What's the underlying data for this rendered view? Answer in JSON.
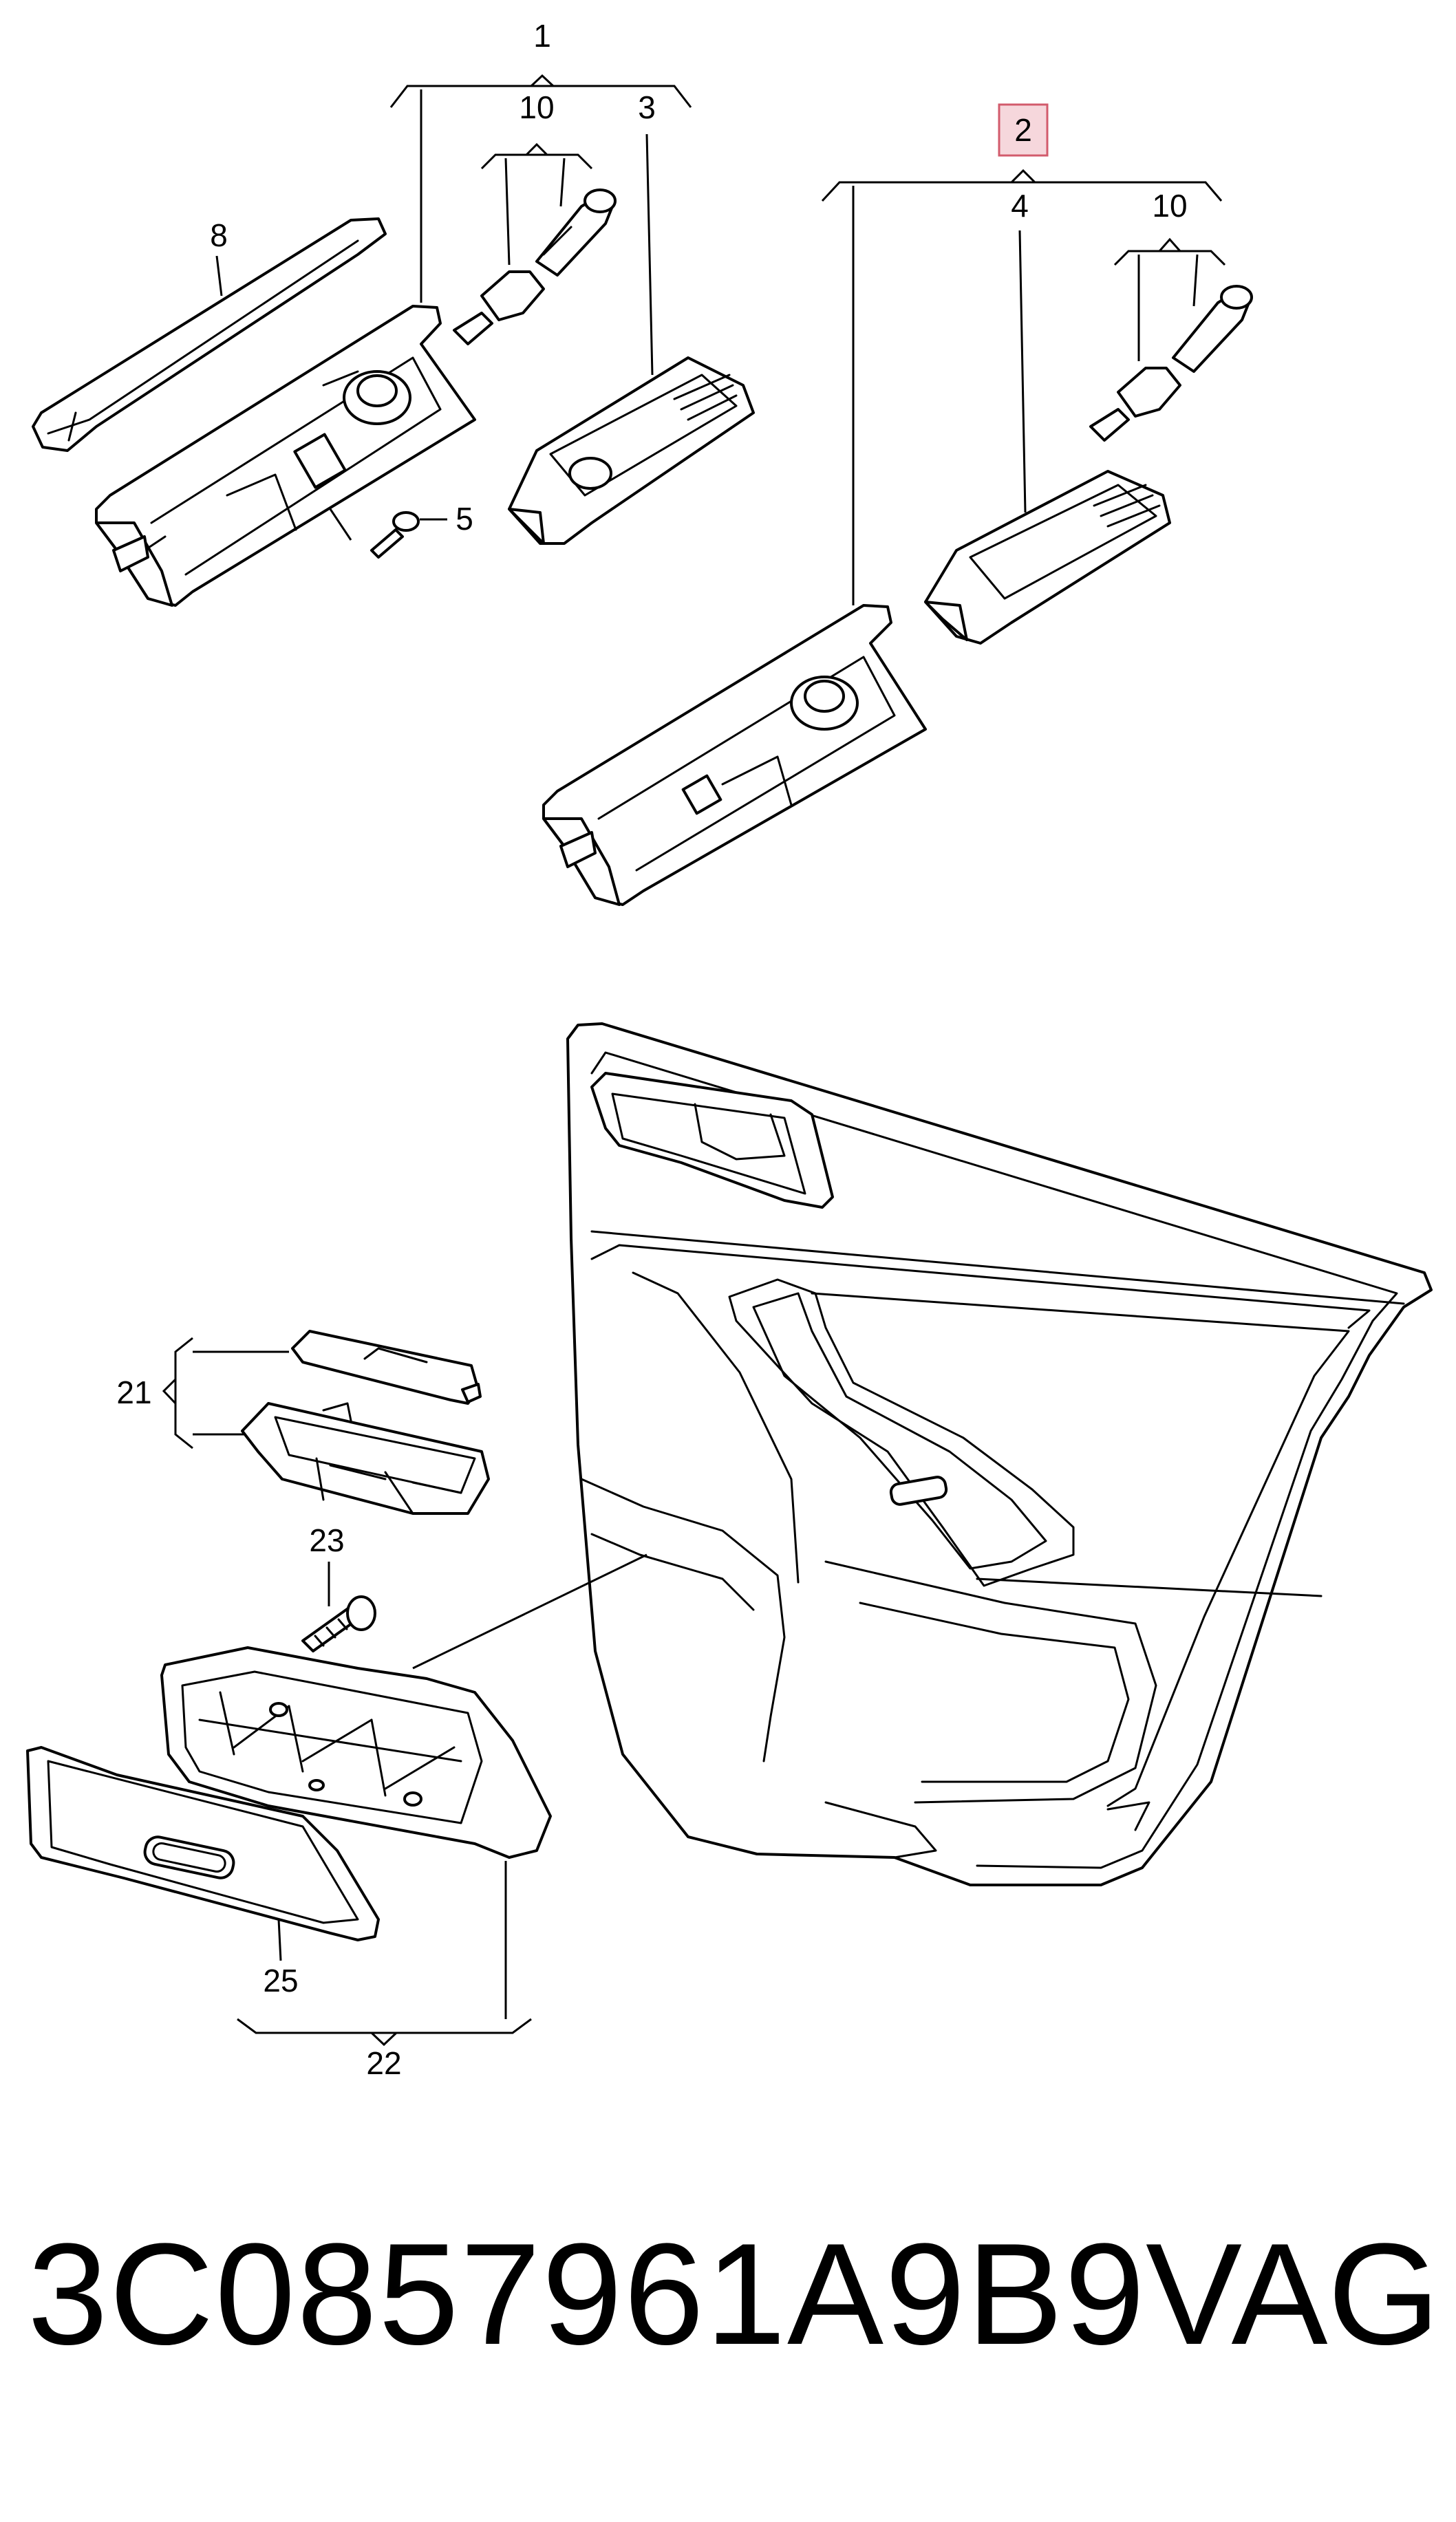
{
  "labels": {
    "l1": "1",
    "l2": "2",
    "l3": "3",
    "l4": "4",
    "l5": "5",
    "l8": "8",
    "l10a": "10",
    "l10b": "10",
    "l21": "21",
    "l22": "22",
    "l23": "23",
    "l25": "25"
  },
  "footer": {
    "part_number": "3C0857961A9B9",
    "brand": "VAG"
  },
  "colors": {
    "line": "#000000",
    "highlight_fill": "#f6d7dc",
    "highlight_border": "#d25b6c"
  }
}
